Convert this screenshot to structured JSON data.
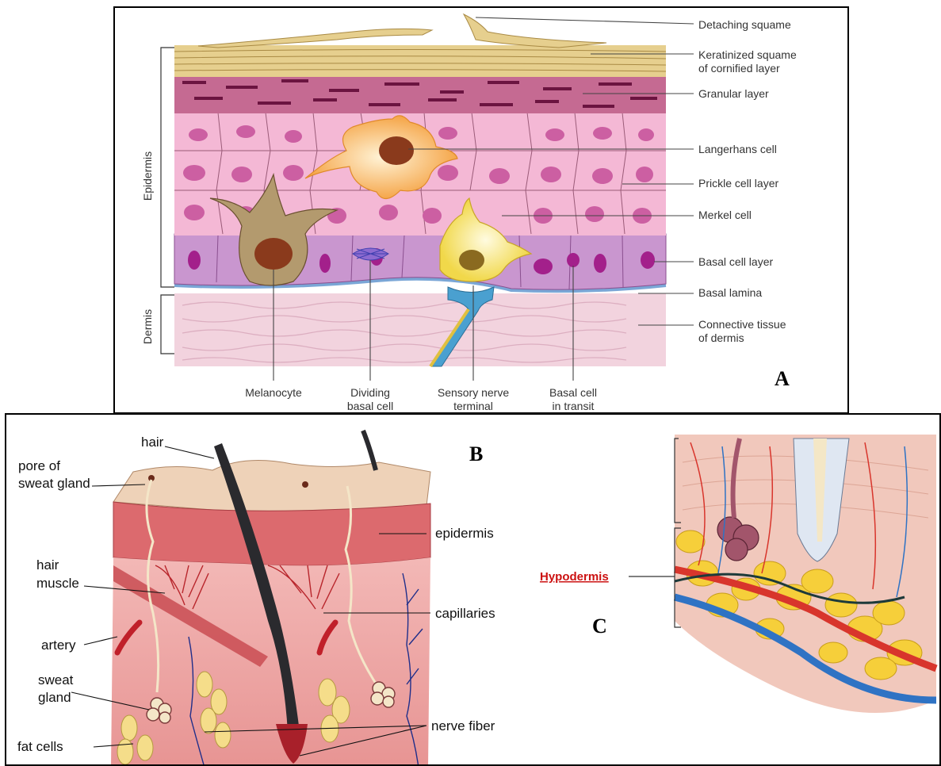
{
  "panelA": {
    "letter": "A",
    "left_labels": {
      "epidermis": "Epidermis",
      "dermis": "Dermis"
    },
    "right_labels": [
      [
        "Detaching squame"
      ],
      [
        "Keratinized squame",
        "of cornified layer"
      ],
      [
        "Granular layer"
      ],
      [
        "Langerhans cell"
      ],
      [
        "Prickle cell layer"
      ],
      [
        "Merkel cell"
      ],
      [
        "Basal cell layer"
      ],
      [
        "Basal lamina"
      ],
      [
        "Connective tissue",
        "of dermis"
      ]
    ],
    "bottom_labels": [
      [
        "Melanocyte"
      ],
      [
        "Dividing",
        "basal cell"
      ],
      [
        "Sensory nerve",
        "terminal"
      ],
      [
        "Basal cell",
        "in transit"
      ]
    ]
  },
  "panelB": {
    "letter": "B",
    "labels": {
      "hair": "hair",
      "pore_1": "pore of",
      "pore_2": "sweat gland",
      "epidermis": "epidermis",
      "hair_muscle_1": "hair",
      "hair_muscle_2": "muscle",
      "capillaries": "capillaries",
      "artery": "artery",
      "sweat_gland_1": "sweat",
      "sweat_gland_2": "gland",
      "nerve_fiber": "nerve fiber",
      "fat_cells": "fat cells"
    }
  },
  "panelC": {
    "letter": "C",
    "hypodermis_label": "Hypodermis",
    "label_color": "#cc1111"
  }
}
